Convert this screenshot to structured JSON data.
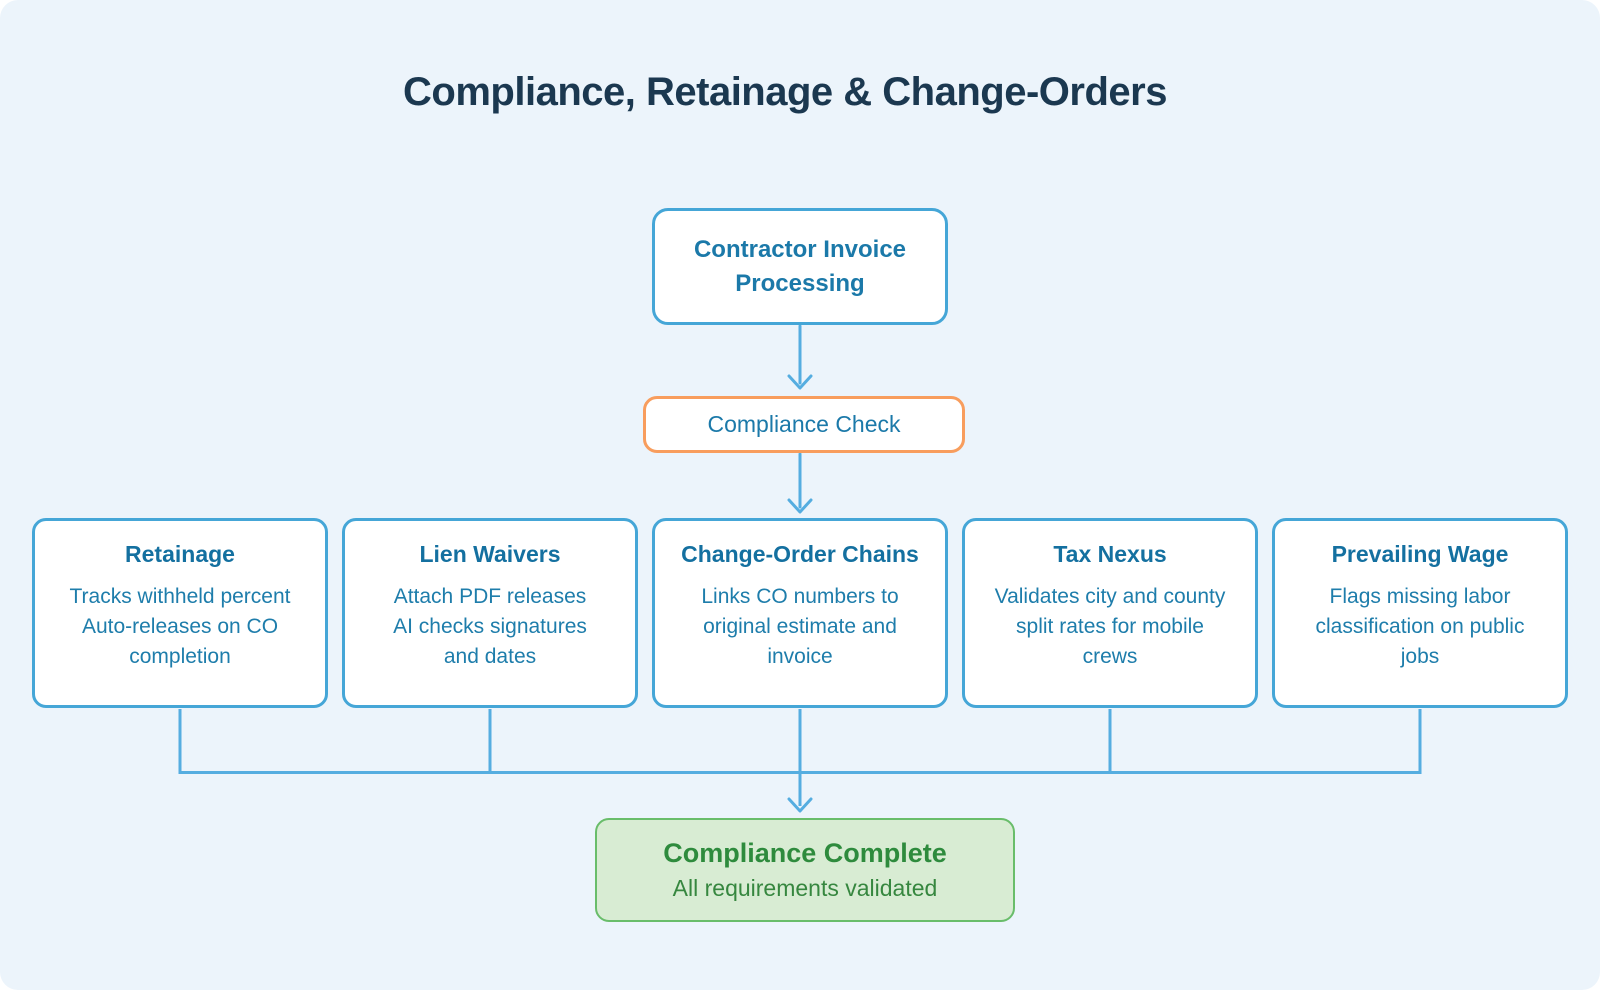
{
  "title": "Compliance, Retainage & Change-Orders",
  "flow": {
    "start": {
      "label": "Contractor Invoice Processing"
    },
    "gate": {
      "label": "Compliance Check"
    },
    "end": {
      "title": "Compliance Complete",
      "subtitle": "All requirements validated"
    }
  },
  "branches": [
    {
      "title": "Retainage",
      "body": [
        "Tracks withheld percent",
        "Auto-releases on CO",
        "completion"
      ]
    },
    {
      "title": "Lien Waivers",
      "body": [
        "Attach PDF releases",
        "AI checks signatures",
        "and dates"
      ]
    },
    {
      "title": "Change-Order Chains",
      "body": [
        "Links CO numbers to",
        "original estimate and",
        "invoice"
      ]
    },
    {
      "title": "Tax Nexus",
      "body": [
        "Validates city and county",
        "split rates for mobile",
        "crews"
      ]
    },
    {
      "title": "Prevailing Wage",
      "body": [
        "Flags missing labor",
        "classification on public",
        "jobs"
      ]
    }
  ],
  "colors": {
    "canvas_bg": "#ecf4fb",
    "node_border_blue": "#45a6d7",
    "node_border_orange": "#f89d5d",
    "connector_blue": "#55ade0",
    "text_blue": "#1b79a9",
    "title_navy": "#1b3850",
    "complete_bg": "#d8ecd3",
    "complete_border": "#69bd6a",
    "complete_text_green": "#2e8b3d"
  }
}
